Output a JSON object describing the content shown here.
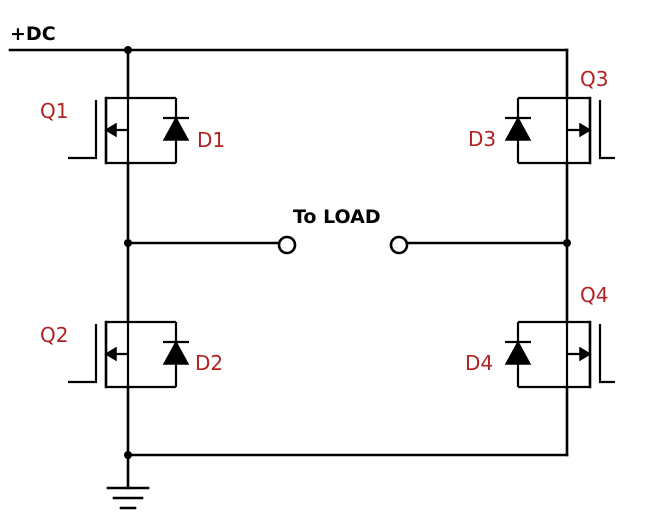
{
  "supply_label": "+DC",
  "load_label": "To LOAD",
  "label_color": "#b22222",
  "wire_color": "#000000",
  "components": {
    "q1": "Q1",
    "q2": "Q2",
    "q3": "Q3",
    "q4": "Q4",
    "d1": "D1",
    "d2": "D2",
    "d3": "D3",
    "d4": "D4"
  },
  "icons": {
    "ground": "ground-icon",
    "terminal": "terminal-circle-icon",
    "mosfet": "n-mosfet-icon",
    "diode": "diode-icon"
  }
}
